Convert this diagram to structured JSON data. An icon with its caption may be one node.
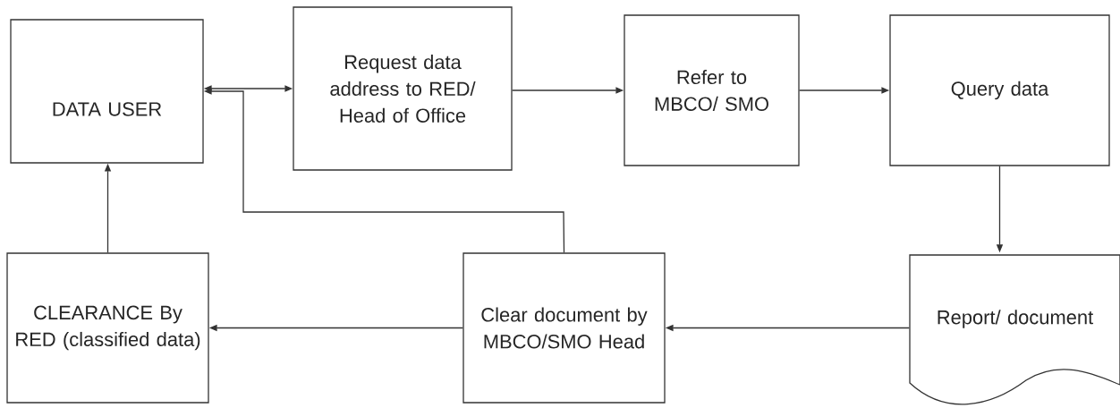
{
  "diagram": {
    "nodes": [
      {
        "text": [
          "DATA USER"
        ]
      },
      {
        "text": [
          "Request data address to RED/ Head of Office"
        ]
      },
      {
        "text": [
          "Refer to MBCO/ SMO"
        ]
      },
      {
        "text": [
          "Query data"
        ]
      },
      {
        "text": [
          "Report/ document"
        ]
      },
      {
        "text": [
          "Clear document by MBCO/SMO Head"
        ]
      },
      {
        "text": [
          "CLEARANCE By RED (classified data)"
        ]
      }
    ],
    "edges": [
      {
        "from": 0,
        "to": 1,
        "arrow": "both"
      },
      {
        "from": 1,
        "to": 2,
        "arrow": "to"
      },
      {
        "from": 2,
        "to": 3,
        "arrow": "to"
      },
      {
        "from": 3,
        "to": 4,
        "arrow": "to"
      },
      {
        "from": 4,
        "to": 5,
        "arrow": "to"
      },
      {
        "from": 5,
        "to": 6,
        "arrow": "to"
      },
      {
        "from": 6,
        "to": 0,
        "arrow": "to"
      },
      {
        "from": 5,
        "to": 0,
        "arrow": "to"
      }
    ]
  }
}
